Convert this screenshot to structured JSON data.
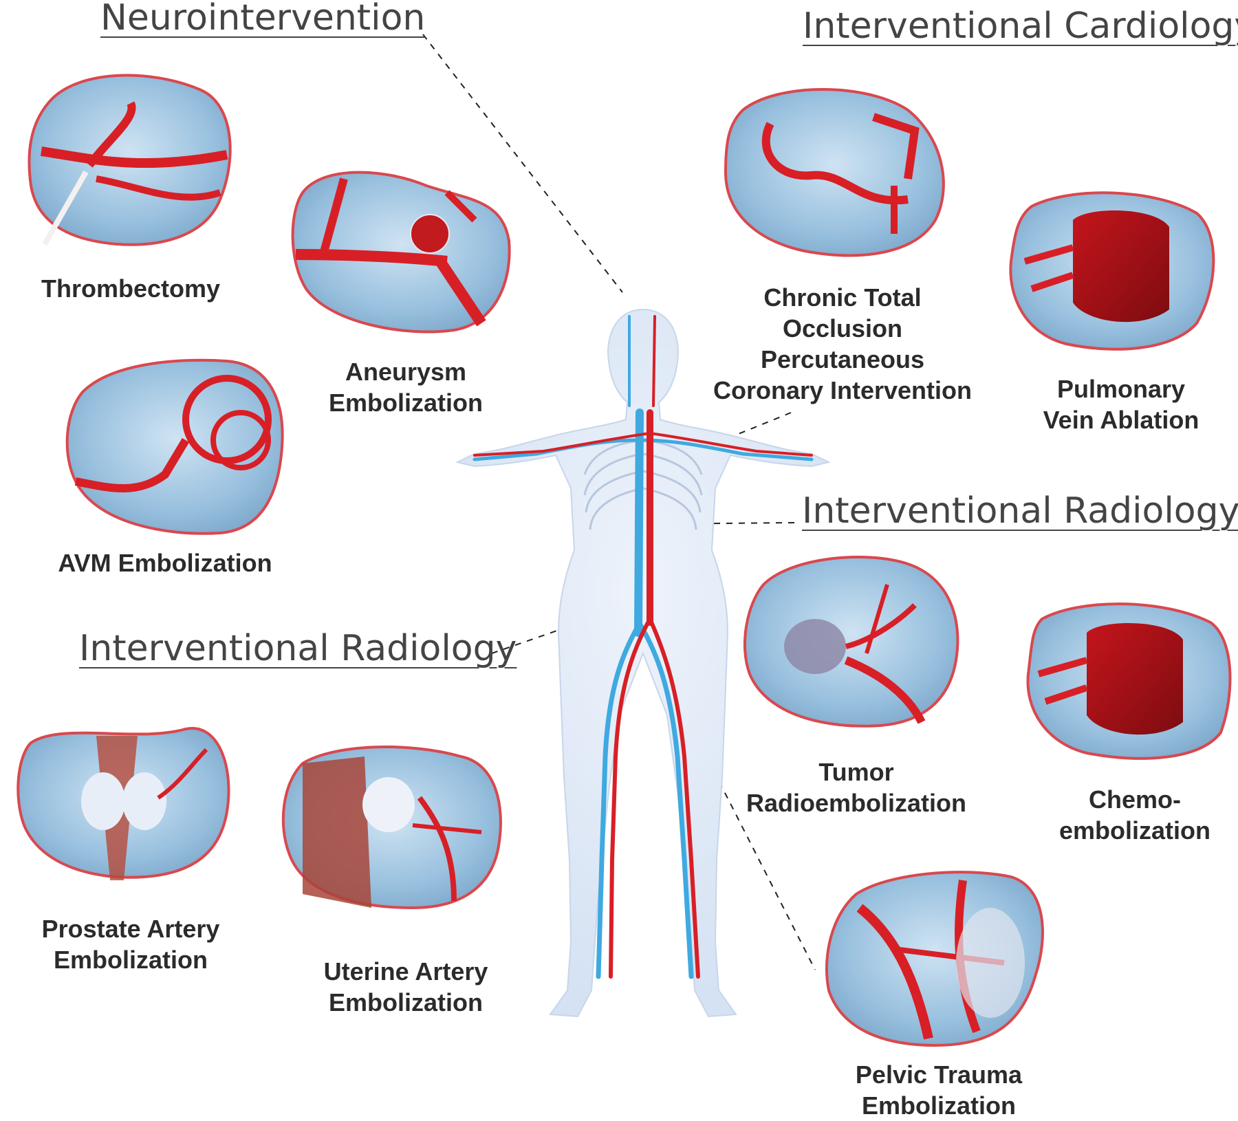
{
  "headings": {
    "neuro": "Neurointervention",
    "cardio": "Interventional Cardiology",
    "radiology_right": "Interventional Radiology",
    "radiology_left": "Interventional Radiology"
  },
  "procedures": {
    "thrombectomy": [
      "Thrombectomy"
    ],
    "aneurysm": [
      "Aneurysm",
      "Embolization"
    ],
    "avm": [
      "AVM Embolization"
    ],
    "cto": [
      "Chronic Total",
      "Occlusion",
      "Percutaneous",
      "Coronary Intervention"
    ],
    "pulmonary": [
      "Pulmonary",
      "Vein Ablation"
    ],
    "tumor": [
      "Tumor",
      "Radioembolization"
    ],
    "chemo": [
      "Chemo-",
      "embolization"
    ],
    "prostate": [
      "Prostate Artery",
      "Embolization"
    ],
    "uterine": [
      "Uterine Artery",
      "Embolization"
    ],
    "pelvic": [
      "Pelvic Trauma",
      "Embolization"
    ]
  },
  "colors": {
    "vignette_fill": "#9cc3e0",
    "vignette_border": "#d9484e",
    "artery": "#d81f26",
    "vein": "#3fa9e0",
    "heading_text": "#444444",
    "label_text": "#2b2b2b"
  }
}
